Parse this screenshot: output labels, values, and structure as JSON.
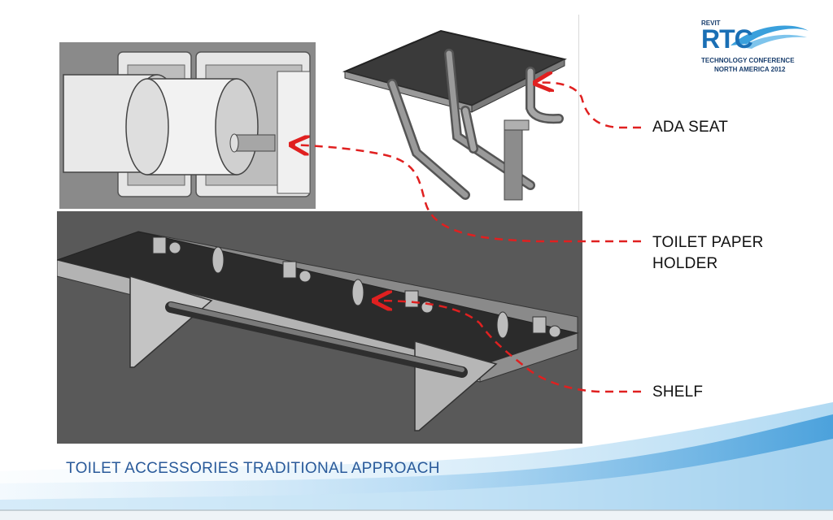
{
  "slide": {
    "title": "TOILET ACCESSORIES TRADITIONAL APPROACH"
  },
  "labels": {
    "ada_seat": "ADA SEAT",
    "toilet_paper_holder_line1": "TOILET PAPER",
    "toilet_paper_holder_line2": "HOLDER",
    "shelf": "SHELF"
  },
  "logo": {
    "top_text": "REVIT",
    "main_text": "RTC",
    "line1": "TECHNOLOGY CONFERENCE",
    "line2": "NORTH AMERICA 2012"
  },
  "colors": {
    "arrow": "#e02020",
    "title": "#2a5a9a",
    "wave": "#5aa9dc",
    "logo_blue": "#1a6fb5"
  }
}
